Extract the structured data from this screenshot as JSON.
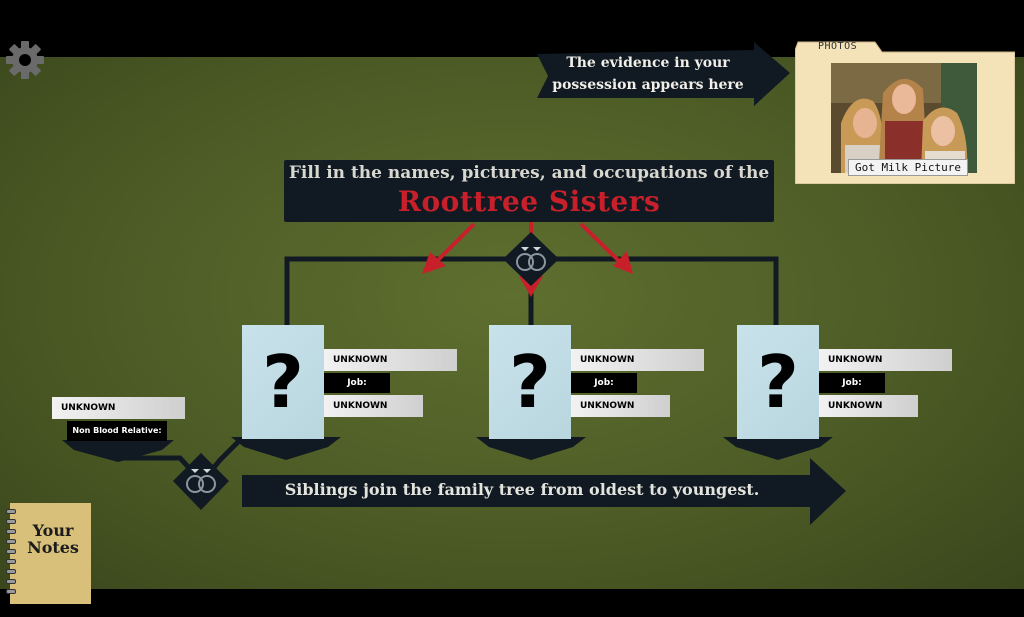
{
  "evidence_tip": {
    "line1": "The evidence in your",
    "line2": "possession appears here"
  },
  "photos": {
    "tab_label": "PHOTOS",
    "items": [
      {
        "caption": "Got Milk Picture",
        "icon": "photo-three-women"
      }
    ]
  },
  "banner": {
    "line1": "Fill in the names, pictures, and occupations of the",
    "line2": "Roottree Sisters"
  },
  "sisters": [
    {
      "placeholder": "?",
      "name": "UNKNOWN",
      "job_label": "Job:",
      "job": "UNKNOWN"
    },
    {
      "placeholder": "?",
      "name": "UNKNOWN",
      "job_label": "Job:",
      "job": "UNKNOWN"
    },
    {
      "placeholder": "?",
      "name": "UNKNOWN",
      "job_label": "Job:",
      "job": "UNKNOWN"
    }
  ],
  "spouse": {
    "name": "UNKNOWN",
    "relation_label": "Non Blood Relative:"
  },
  "siblings_tip": "Siblings join the family tree from oldest to youngest.",
  "notes": {
    "line1": "Your",
    "line2": "Notes"
  },
  "icons": {
    "settings": "gear-icon",
    "marriage": "wedding-rings-icon",
    "notebook": "notebook-icon"
  },
  "colors": {
    "board": "#4d5c26",
    "navy": "#111a22",
    "red_arrows": "#c8202a",
    "card": "#c8e2ea",
    "folder": "#f4e2b8",
    "notebook": "#d8c07a"
  }
}
